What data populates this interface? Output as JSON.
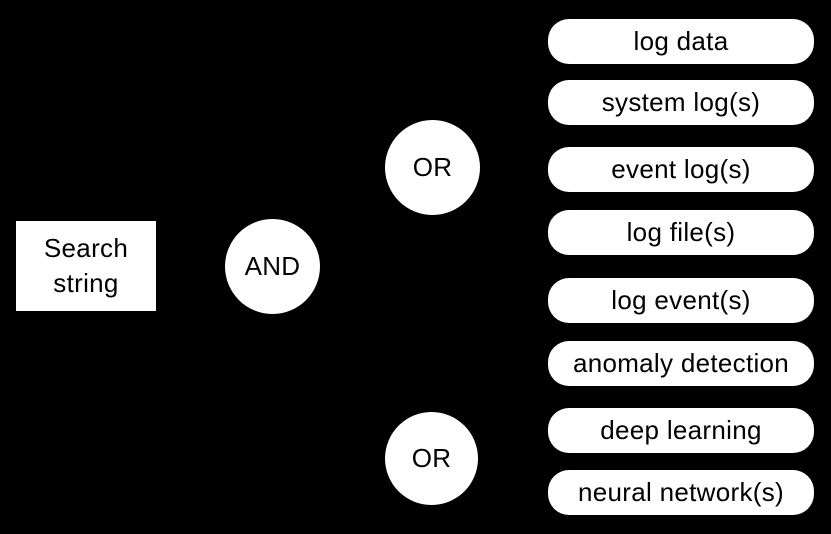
{
  "diagram": {
    "background_color": "#000000",
    "node_fill_color": "#ffffff",
    "node_text_color": "#000000",
    "search_box": {
      "label": "Search string"
    },
    "operators": {
      "and_label": "AND",
      "or_top_label": "OR",
      "or_bottom_label": "OR"
    },
    "terms": [
      "log data",
      "system log(s)",
      "event log(s)",
      "log file(s)",
      "log event(s)",
      "anomaly detection",
      "deep learning",
      "neural network(s)"
    ]
  }
}
